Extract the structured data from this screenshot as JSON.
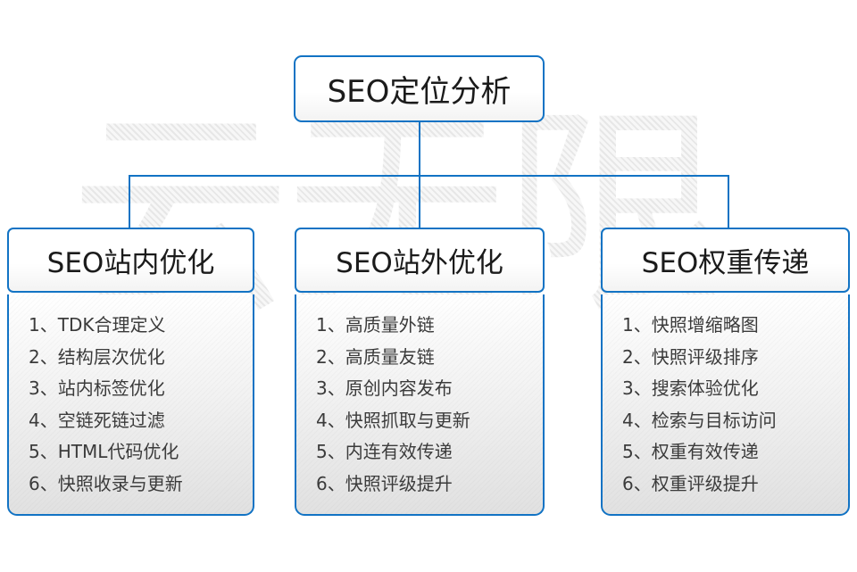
{
  "watermark": "云无限",
  "accent_color": "#1273c4",
  "diagram": {
    "root": {
      "title": "SEO定位分析"
    },
    "columns": [
      {
        "header": "SEO站内优化",
        "items": [
          "1、TDK合理定义",
          "2、结构层次优化",
          "3、站内标签优化",
          "4、空链死链过滤",
          "5、HTML代码优化",
          "6、快照收录与更新"
        ]
      },
      {
        "header": "SEO站外优化",
        "items": [
          "1、高质量外链",
          "2、高质量友链",
          "3、原创内容发布",
          "4、快照抓取与更新",
          "5、内连有效传递",
          "6、快照评级提升"
        ]
      },
      {
        "header": "SEO权重传递",
        "items": [
          "1、快照增缩略图",
          "2、快照评级排序",
          "3、搜索体验优化",
          "4、检索与目标访问",
          "5、权重有效传递",
          "6、权重评级提升"
        ]
      }
    ]
  }
}
